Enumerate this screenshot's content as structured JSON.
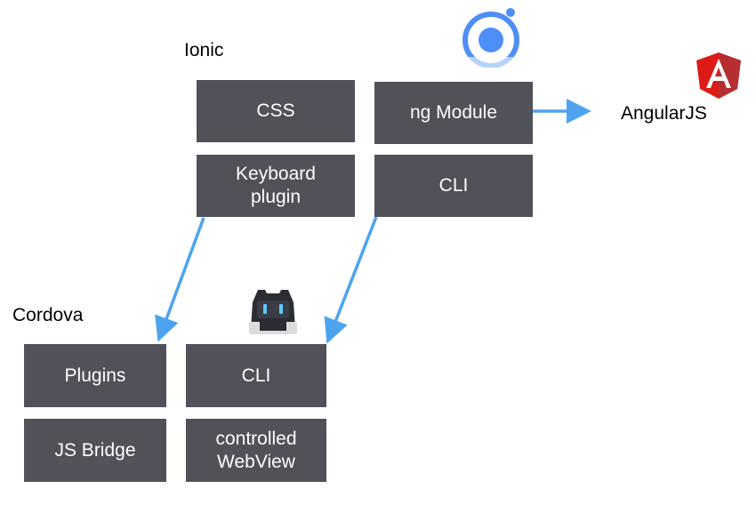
{
  "labels": {
    "ionic": "Ionic",
    "cordova": "Cordova",
    "angularjs": "AngularJS"
  },
  "ionic_boxes": {
    "css": "CSS",
    "keyboard_plugin": "Keyboard\nplugin",
    "ng_module": "ng Module",
    "cli": "CLI"
  },
  "cordova_boxes": {
    "plugins": "Plugins",
    "js_bridge": "JS Bridge",
    "cli": "CLI",
    "controlled_webview": "controlled\nWebView"
  },
  "angular_logo": {
    "letter": "A"
  },
  "colors": {
    "box_fill": "#505159",
    "box_text": "#ffffff",
    "arrow": "#4da3ef",
    "ionic_blue": "#4e8ef7",
    "angular_red": "#dd1b16",
    "angular_dark_red": "#b52e31"
  },
  "icons": {
    "ionic_logo": "ionic-logo-icon",
    "angular_logo": "angular-shield-icon",
    "cordova_logo": "cordova-robot-icon"
  }
}
